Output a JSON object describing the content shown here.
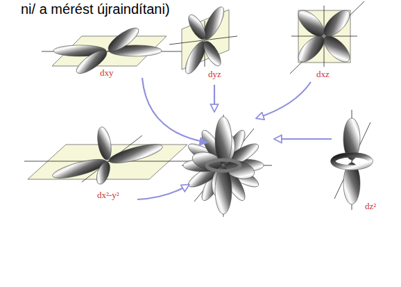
{
  "diagram": {
    "labels": [
      "ni/ a mérést újraindítani)",
      "dxy",
      "dyz",
      "dxz",
      "dx²-y²",
      "dz²"
    ]
  }
}
